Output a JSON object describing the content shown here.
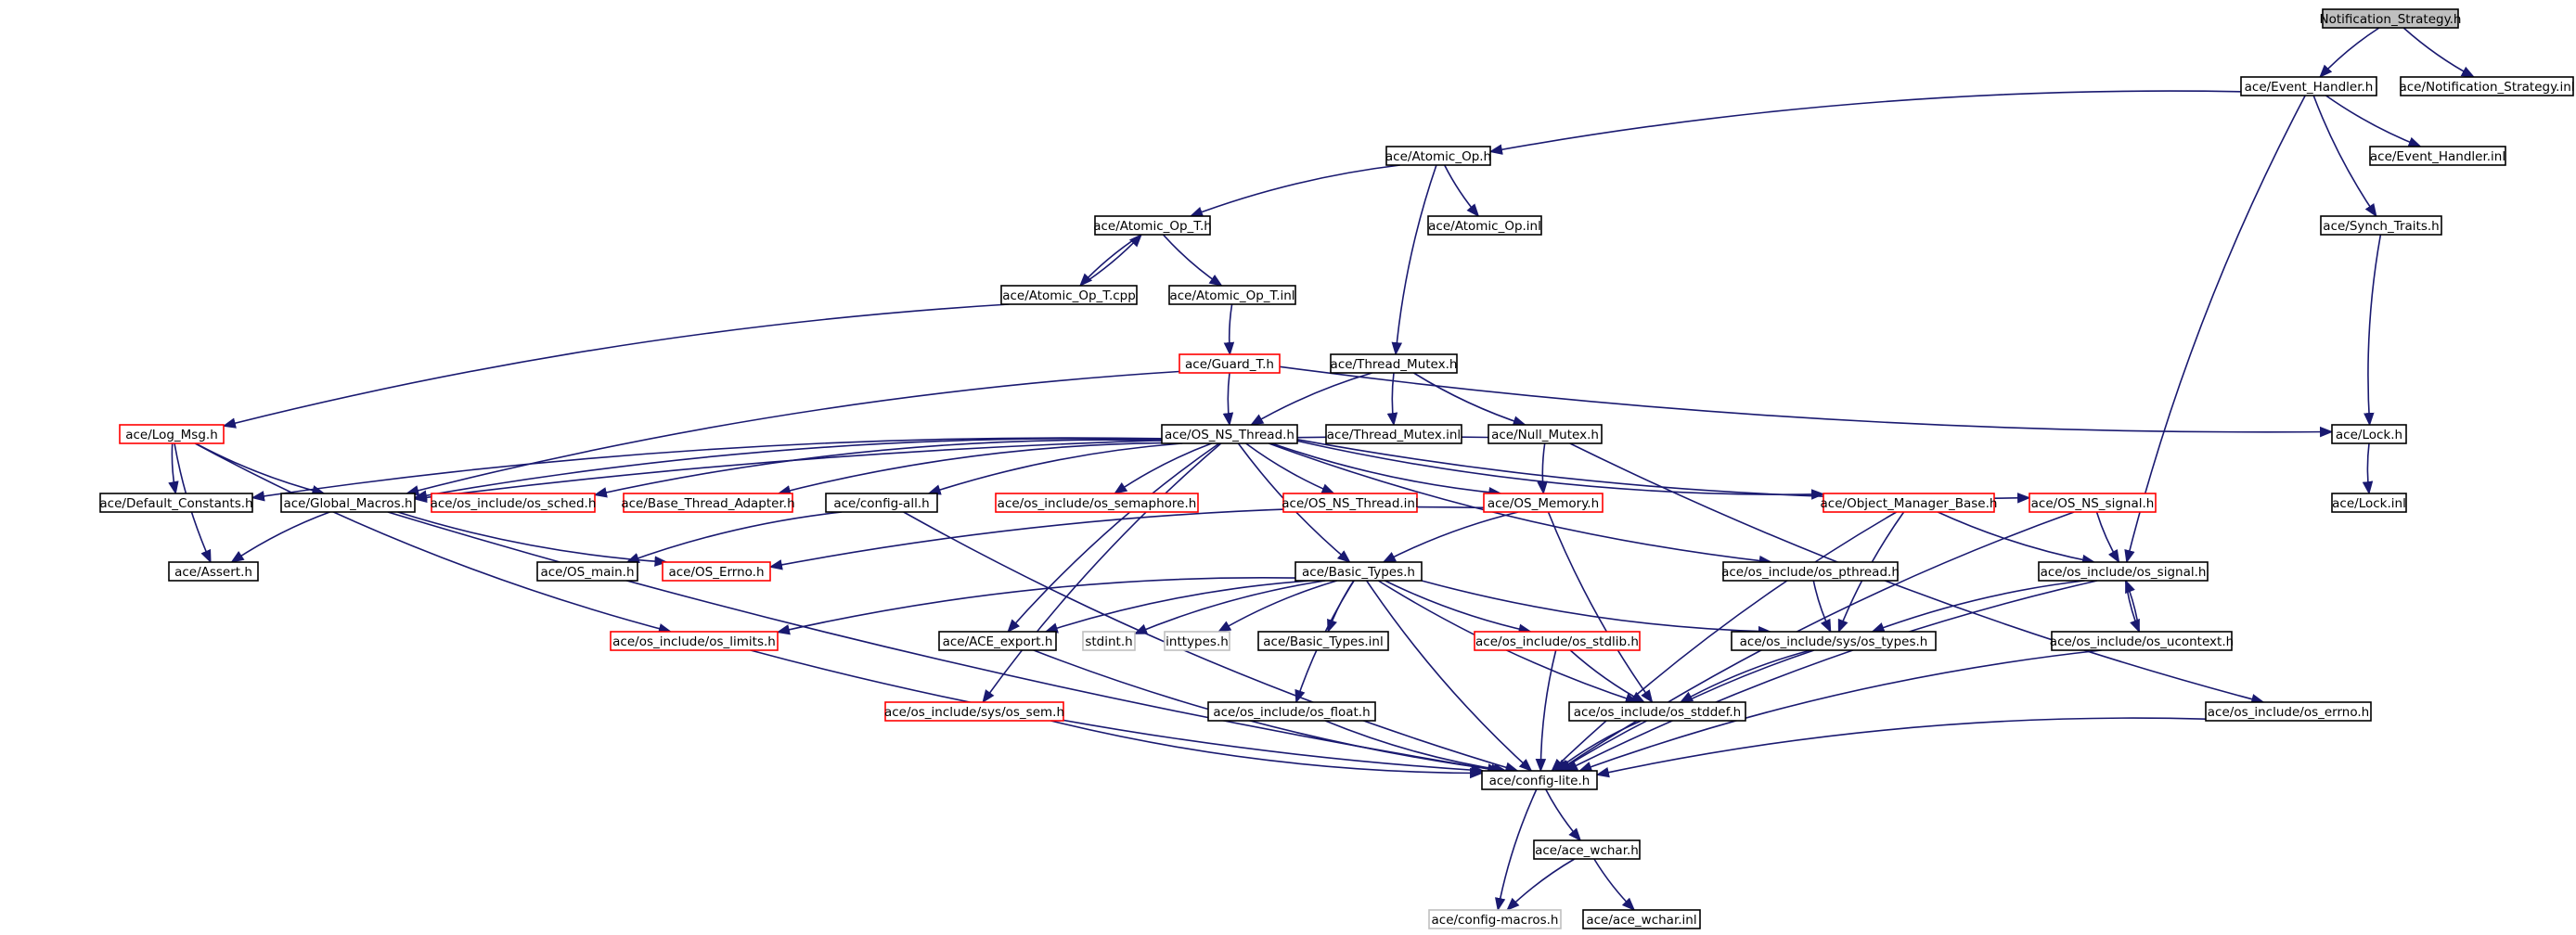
{
  "graph": {
    "title": "Notification_Strategy.h include dependency graph",
    "colors": {
      "edge": "#191970",
      "node_border": "#000000",
      "truncated_node_border": "#ff0000",
      "external_node_border": "#bfbfbf",
      "root_fill": "#bfbfbf",
      "fill": "#ffffff"
    },
    "nodes": [
      {
        "id": "notification_strategy_h",
        "label": "Notification_Strategy.h",
        "kind": "root"
      },
      {
        "id": "event_handler_h",
        "label": "ace/Event_Handler.h",
        "kind": "normal"
      },
      {
        "id": "notification_strategy_inl",
        "label": "ace/Notification_Strategy.inl",
        "kind": "normal"
      },
      {
        "id": "atomic_op_h",
        "label": "ace/Atomic_Op.h",
        "kind": "normal"
      },
      {
        "id": "event_handler_inl",
        "label": "ace/Event_Handler.inl",
        "kind": "normal"
      },
      {
        "id": "atomic_op_t_h",
        "label": "ace/Atomic_Op_T.h",
        "kind": "normal"
      },
      {
        "id": "atomic_op_inl",
        "label": "ace/Atomic_Op.inl",
        "kind": "normal"
      },
      {
        "id": "synch_traits_h",
        "label": "ace/Synch_Traits.h",
        "kind": "normal"
      },
      {
        "id": "atomic_op_t_cpp",
        "label": "ace/Atomic_Op_T.cpp",
        "kind": "normal"
      },
      {
        "id": "atomic_op_t_inl",
        "label": "ace/Atomic_Op_T.inl",
        "kind": "normal"
      },
      {
        "id": "guard_t_h",
        "label": "ace/Guard_T.h",
        "kind": "truncated"
      },
      {
        "id": "thread_mutex_h",
        "label": "ace/Thread_Mutex.h",
        "kind": "normal"
      },
      {
        "id": "log_msg_h",
        "label": "ace/Log_Msg.h",
        "kind": "truncated"
      },
      {
        "id": "os_ns_thread_h",
        "label": "ace/OS_NS_Thread.h",
        "kind": "normal"
      },
      {
        "id": "thread_mutex_inl",
        "label": "ace/Thread_Mutex.inl",
        "kind": "normal"
      },
      {
        "id": "null_mutex_h",
        "label": "ace/Null_Mutex.h",
        "kind": "normal"
      },
      {
        "id": "lock_h",
        "label": "ace/Lock.h",
        "kind": "normal"
      },
      {
        "id": "default_constants_h",
        "label": "ace/Default_Constants.h",
        "kind": "normal"
      },
      {
        "id": "global_macros_h",
        "label": "ace/Global_Macros.h",
        "kind": "normal"
      },
      {
        "id": "os_sched_h",
        "label": "ace/os_include/os_sched.h",
        "kind": "truncated"
      },
      {
        "id": "base_thread_adapter_h",
        "label": "ace/Base_Thread_Adapter.h",
        "kind": "truncated"
      },
      {
        "id": "config_all_h",
        "label": "ace/config-all.h",
        "kind": "normal"
      },
      {
        "id": "os_semaphore_h",
        "label": "ace/os_include/os_semaphore.h",
        "kind": "truncated"
      },
      {
        "id": "os_ns_thread_inl",
        "label": "ace/OS_NS_Thread.inl",
        "kind": "truncated"
      },
      {
        "id": "os_memory_h",
        "label": "ace/OS_Memory.h",
        "kind": "truncated"
      },
      {
        "id": "object_manager_base_h",
        "label": "ace/Object_Manager_Base.h",
        "kind": "truncated"
      },
      {
        "id": "os_ns_signal_h",
        "label": "ace/OS_NS_signal.h",
        "kind": "truncated"
      },
      {
        "id": "lock_inl",
        "label": "ace/Lock.inl",
        "kind": "normal"
      },
      {
        "id": "assert_h",
        "label": "ace/Assert.h",
        "kind": "normal"
      },
      {
        "id": "os_main_h",
        "label": "ace/OS_main.h",
        "kind": "normal"
      },
      {
        "id": "os_errno_h_trunc",
        "label": "ace/OS_Errno.h",
        "kind": "truncated"
      },
      {
        "id": "basic_types_h",
        "label": "ace/Basic_Types.h",
        "kind": "normal"
      },
      {
        "id": "os_pthread_h",
        "label": "ace/os_include/os_pthread.h",
        "kind": "normal"
      },
      {
        "id": "os_signal_h",
        "label": "ace/os_include/os_signal.h",
        "kind": "normal"
      },
      {
        "id": "os_limits_h",
        "label": "ace/os_include/os_limits.h",
        "kind": "truncated"
      },
      {
        "id": "ace_export_h",
        "label": "ace/ACE_export.h",
        "kind": "normal"
      },
      {
        "id": "stdint_h",
        "label": "stdint.h",
        "kind": "external"
      },
      {
        "id": "inttypes_h",
        "label": "inttypes.h",
        "kind": "external"
      },
      {
        "id": "basic_types_inl",
        "label": "ace/Basic_Types.inl",
        "kind": "normal"
      },
      {
        "id": "os_stdlib_h",
        "label": "ace/os_include/os_stdlib.h",
        "kind": "truncated"
      },
      {
        "id": "os_types_h",
        "label": "ace/os_include/sys/os_types.h",
        "kind": "normal"
      },
      {
        "id": "os_ucontext_h",
        "label": "ace/os_include/os_ucontext.h",
        "kind": "normal"
      },
      {
        "id": "os_sem_h",
        "label": "ace/os_include/sys/os_sem.h",
        "kind": "truncated"
      },
      {
        "id": "os_float_h",
        "label": "ace/os_include/os_float.h",
        "kind": "normal"
      },
      {
        "id": "os_stddef_h",
        "label": "ace/os_include/os_stddef.h",
        "kind": "normal"
      },
      {
        "id": "os_include_os_errno_h",
        "label": "ace/os_include/os_errno.h",
        "kind": "normal"
      },
      {
        "id": "config_lite_h",
        "label": "ace/config-lite.h",
        "kind": "normal"
      },
      {
        "id": "ace_wchar_h",
        "label": "ace/ace_wchar.h",
        "kind": "normal"
      },
      {
        "id": "config_macros_h",
        "label": "ace/config-macros.h",
        "kind": "external"
      },
      {
        "id": "ace_wchar_inl",
        "label": "ace/ace_wchar.inl",
        "kind": "normal"
      }
    ],
    "edges": [
      [
        "notification_strategy_h",
        "event_handler_h"
      ],
      [
        "notification_strategy_h",
        "notification_strategy_inl"
      ],
      [
        "event_handler_h",
        "atomic_op_h"
      ],
      [
        "event_handler_h",
        "event_handler_inl"
      ],
      [
        "event_handler_h",
        "synch_traits_h"
      ],
      [
        "event_handler_h",
        "os_signal_h"
      ],
      [
        "atomic_op_h",
        "atomic_op_t_h"
      ],
      [
        "atomic_op_h",
        "atomic_op_inl"
      ],
      [
        "atomic_op_h",
        "thread_mutex_h"
      ],
      [
        "atomic_op_t_h",
        "atomic_op_t_cpp"
      ],
      [
        "atomic_op_t_h",
        "atomic_op_t_inl"
      ],
      [
        "atomic_op_t_cpp",
        "atomic_op_t_h"
      ],
      [
        "atomic_op_t_cpp",
        "log_msg_h"
      ],
      [
        "atomic_op_t_inl",
        "guard_t_h"
      ],
      [
        "guard_t_h",
        "os_ns_thread_h"
      ],
      [
        "guard_t_h",
        "global_macros_h"
      ],
      [
        "guard_t_h",
        "lock_h"
      ],
      [
        "synch_traits_h",
        "lock_h"
      ],
      [
        "lock_h",
        "lock_inl"
      ],
      [
        "thread_mutex_h",
        "os_ns_thread_h"
      ],
      [
        "thread_mutex_h",
        "thread_mutex_inl"
      ],
      [
        "thread_mutex_h",
        "null_mutex_h"
      ],
      [
        "null_mutex_h",
        "os_memory_h"
      ],
      [
        "null_mutex_h",
        "global_macros_h"
      ],
      [
        "null_mutex_h",
        "os_include_os_errno_h"
      ],
      [
        "log_msg_h",
        "default_constants_h"
      ],
      [
        "log_msg_h",
        "global_macros_h"
      ],
      [
        "log_msg_h",
        "assert_h"
      ],
      [
        "log_msg_h",
        "os_limits_h"
      ],
      [
        "os_ns_thread_h",
        "default_constants_h"
      ],
      [
        "os_ns_thread_h",
        "global_macros_h"
      ],
      [
        "os_ns_thread_h",
        "os_sched_h"
      ],
      [
        "os_ns_thread_h",
        "base_thread_adapter_h"
      ],
      [
        "os_ns_thread_h",
        "config_all_h"
      ],
      [
        "os_ns_thread_h",
        "os_semaphore_h"
      ],
      [
        "os_ns_thread_h",
        "os_ns_thread_inl"
      ],
      [
        "os_ns_thread_h",
        "os_memory_h"
      ],
      [
        "os_ns_thread_h",
        "object_manager_base_h"
      ],
      [
        "os_ns_thread_h",
        "os_ns_signal_h"
      ],
      [
        "os_ns_thread_h",
        "os_pthread_h"
      ],
      [
        "os_ns_thread_h",
        "basic_types_h"
      ],
      [
        "os_ns_thread_h",
        "ace_export_h"
      ],
      [
        "os_ns_thread_h",
        "os_sem_h"
      ],
      [
        "global_macros_h",
        "assert_h"
      ],
      [
        "global_macros_h",
        "os_errno_h_trunc"
      ],
      [
        "global_macros_h",
        "config_lite_h"
      ],
      [
        "config_all_h",
        "os_main_h"
      ],
      [
        "config_all_h",
        "config_lite_h"
      ],
      [
        "os_memory_h",
        "os_errno_h_trunc"
      ],
      [
        "os_memory_h",
        "basic_types_h"
      ],
      [
        "os_memory_h",
        "os_stddef_h"
      ],
      [
        "object_manager_base_h",
        "os_types_h"
      ],
      [
        "object_manager_base_h",
        "os_signal_h"
      ],
      [
        "object_manager_base_h",
        "config_lite_h"
      ],
      [
        "os_ns_signal_h",
        "os_signal_h"
      ],
      [
        "os_ns_signal_h",
        "config_lite_h"
      ],
      [
        "os_pthread_h",
        "os_types_h"
      ],
      [
        "os_signal_h",
        "os_types_h"
      ],
      [
        "os_signal_h",
        "os_ucontext_h"
      ],
      [
        "os_signal_h",
        "config_lite_h"
      ],
      [
        "os_ucontext_h",
        "os_signal_h"
      ],
      [
        "os_ucontext_h",
        "config_lite_h"
      ],
      [
        "basic_types_h",
        "os_limits_h"
      ],
      [
        "basic_types_h",
        "ace_export_h"
      ],
      [
        "basic_types_h",
        "stdint_h"
      ],
      [
        "basic_types_h",
        "inttypes_h"
      ],
      [
        "basic_types_h",
        "basic_types_inl"
      ],
      [
        "basic_types_h",
        "os_stdlib_h"
      ],
      [
        "basic_types_h",
        "os_types_h"
      ],
      [
        "basic_types_h",
        "os_float_h"
      ],
      [
        "basic_types_h",
        "os_stddef_h"
      ],
      [
        "basic_types_h",
        "config_lite_h"
      ],
      [
        "os_stdlib_h",
        "os_stddef_h"
      ],
      [
        "os_stdlib_h",
        "config_lite_h"
      ],
      [
        "os_types_h",
        "os_stddef_h"
      ],
      [
        "os_types_h",
        "config_lite_h"
      ],
      [
        "os_limits_h",
        "config_lite_h"
      ],
      [
        "ace_export_h",
        "config_lite_h"
      ],
      [
        "os_sem_h",
        "config_lite_h"
      ],
      [
        "os_float_h",
        "config_lite_h"
      ],
      [
        "os_stddef_h",
        "config_lite_h"
      ],
      [
        "os_include_os_errno_h",
        "config_lite_h"
      ],
      [
        "config_lite_h",
        "ace_wchar_h"
      ],
      [
        "config_lite_h",
        "config_macros_h"
      ],
      [
        "ace_wchar_h",
        "config_macros_h"
      ],
      [
        "ace_wchar_h",
        "ace_wchar_inl"
      ]
    ]
  }
}
